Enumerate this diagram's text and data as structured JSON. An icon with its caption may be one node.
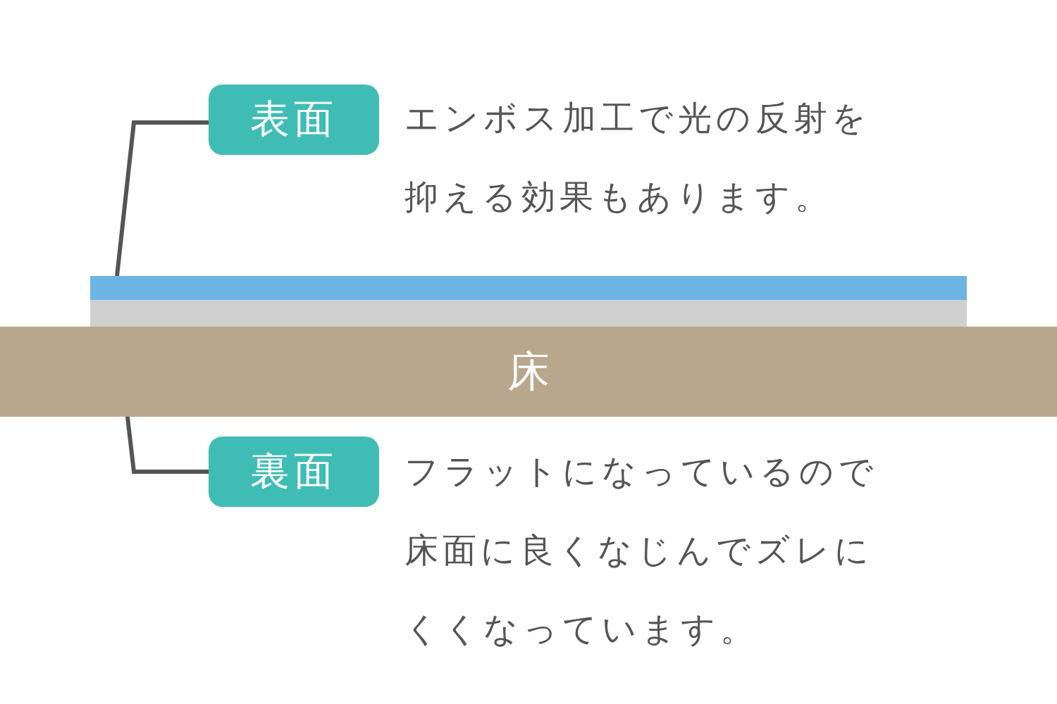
{
  "diagram": {
    "nodes": [
      {
        "text": [
          "表面"
        ],
        "beside": [
          "エンボス加工で光の反射を抑える効果もあります。"
        ]
      },
      {
        "text": [],
        "shape": "bar"
      },
      {
        "text": [],
        "shape": "bar"
      },
      {
        "text": [
          "床"
        ]
      },
      {
        "text": [
          "裏面"
        ],
        "beside": [
          "フラットになっているので床面に良くなじんでズレにくくなっています。"
        ]
      }
    ],
    "edges": [
      {
        "from": 0,
        "to": 1,
        "arrow": "none"
      },
      {
        "from": 4,
        "to": 2,
        "arrow": "none"
      }
    ]
  }
}
